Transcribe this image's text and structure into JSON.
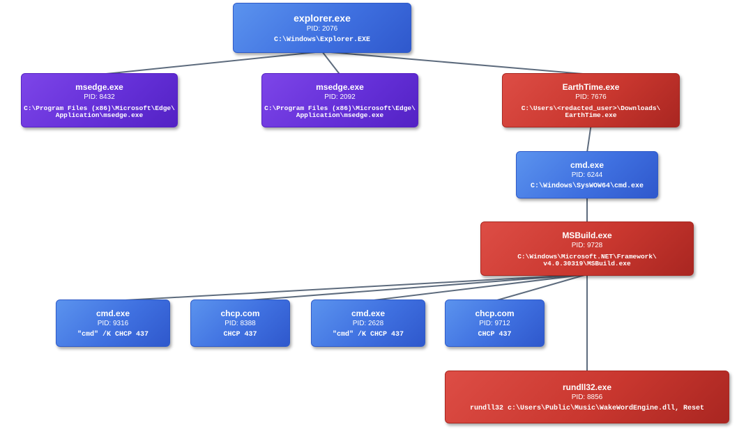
{
  "nodes": {
    "explorer": {
      "name": "explorer.exe",
      "pid": "PID: 2076",
      "cmd": "C:\\Windows\\Explorer.EXE"
    },
    "msedge1": {
      "name": "msedge.exe",
      "pid": "PID: 8432",
      "cmd": "C:\\Program Files (x86)\\Microsoft\\Edge\\\nApplication\\msedge.exe"
    },
    "msedge2": {
      "name": "msedge.exe",
      "pid": "PID: 2092",
      "cmd": "C:\\Program Files (x86)\\Microsoft\\Edge\\\nApplication\\msedge.exe"
    },
    "earthtime": {
      "name": "EarthTime.exe",
      "pid": "PID: 7676",
      "cmd": "C:\\Users\\<redacted_user>\\Downloads\\\nEarthTime.exe"
    },
    "cmd6244": {
      "name": "cmd.exe",
      "pid": "PID: 6244",
      "cmd": "C:\\Windows\\SysWOW64\\cmd.exe"
    },
    "msbuild": {
      "name": "MSBuild.exe",
      "pid": "PID: 9728",
      "cmd": "C:\\Windows\\Microsoft.NET\\Framework\\\nv4.0.30319\\MSBuild.exe"
    },
    "cmd9316": {
      "name": "cmd.exe",
      "pid": "PID: 9316",
      "cmd": "\"cmd\" /K CHCP 437"
    },
    "chcp8388": {
      "name": "chcp.com",
      "pid": "PID: 8388",
      "cmd": "CHCP 437"
    },
    "cmd2628": {
      "name": "cmd.exe",
      "pid": "PID: 2628",
      "cmd": "\"cmd\" /K CHCP 437"
    },
    "chcp9712": {
      "name": "chcp.com",
      "pid": "PID: 9712",
      "cmd": "CHCP 437"
    },
    "rundll32": {
      "name": "rundll32.exe",
      "pid": "PID: 8856",
      "cmd": "rundll32 c:\\Users\\Public\\Music\\WakeWordEngine.dll, Reset"
    }
  },
  "edges": [
    [
      "explorer",
      "msedge1"
    ],
    [
      "explorer",
      "msedge2"
    ],
    [
      "explorer",
      "earthtime"
    ],
    [
      "earthtime",
      "cmd6244"
    ],
    [
      "cmd6244",
      "msbuild"
    ],
    [
      "msbuild",
      "cmd9316"
    ],
    [
      "msbuild",
      "chcp8388"
    ],
    [
      "msbuild",
      "cmd2628"
    ],
    [
      "msbuild",
      "chcp9712"
    ],
    [
      "msbuild",
      "rundll32"
    ]
  ],
  "colors": {
    "edge": "#5d6b7d",
    "benign": "#3f70e0",
    "browser": "#6530d8",
    "malicious": "#c9372f"
  }
}
